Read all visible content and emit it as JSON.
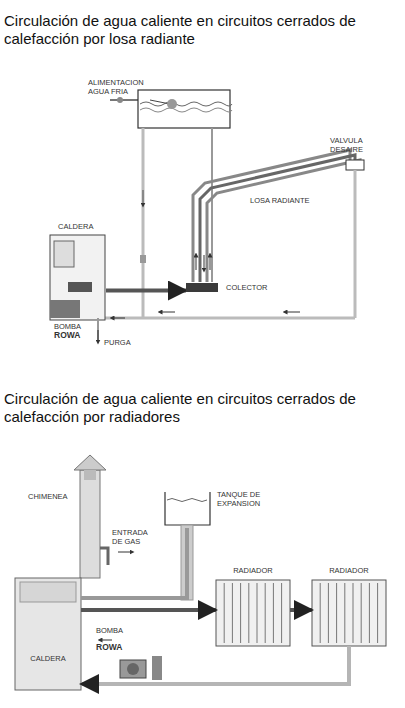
{
  "diagram": {
    "title": "Circulación de agua caliente en circuitos cerrados de calefacción por losa radiante",
    "nodes": [
      {
        "text": [
          "CALDERA"
        ]
      },
      {
        "text": [
          "COLECTOR"
        ]
      },
      {
        "text": [
          "CALDERA"
        ]
      },
      {
        "text": [
          "TANQUE DE EXPANSION"
        ]
      },
      {
        "text": [
          "RADIADOR"
        ]
      },
      {
        "text": [
          "RADIADOR"
        ]
      }
    ],
    "edges": [
      {
        "from": 0,
        "to": 1,
        "arrow": "to"
      },
      {
        "from": 2,
        "to": 4,
        "arrow": "to"
      },
      {
        "from": 4,
        "to": 5,
        "arrow": "to"
      },
      {
        "from": 5,
        "to": 2,
        "arrow": "to"
      },
      {
        "from": 3,
        "to": 2,
        "arrow": "none"
      }
    ],
    "labels": [
      "Circulación de agua caliente en circuitos cerrados de calefacción por radiadores",
      "ALIMENTACION AGUA FRIA",
      "VALVULA DESAIRE",
      "LOSA RADIANTE",
      "BOMBA",
      "ROWA",
      "PURGA",
      "CHIMENEA",
      "ENTRADA DE GAS",
      "BOMBA",
      "ROWA"
    ]
  }
}
